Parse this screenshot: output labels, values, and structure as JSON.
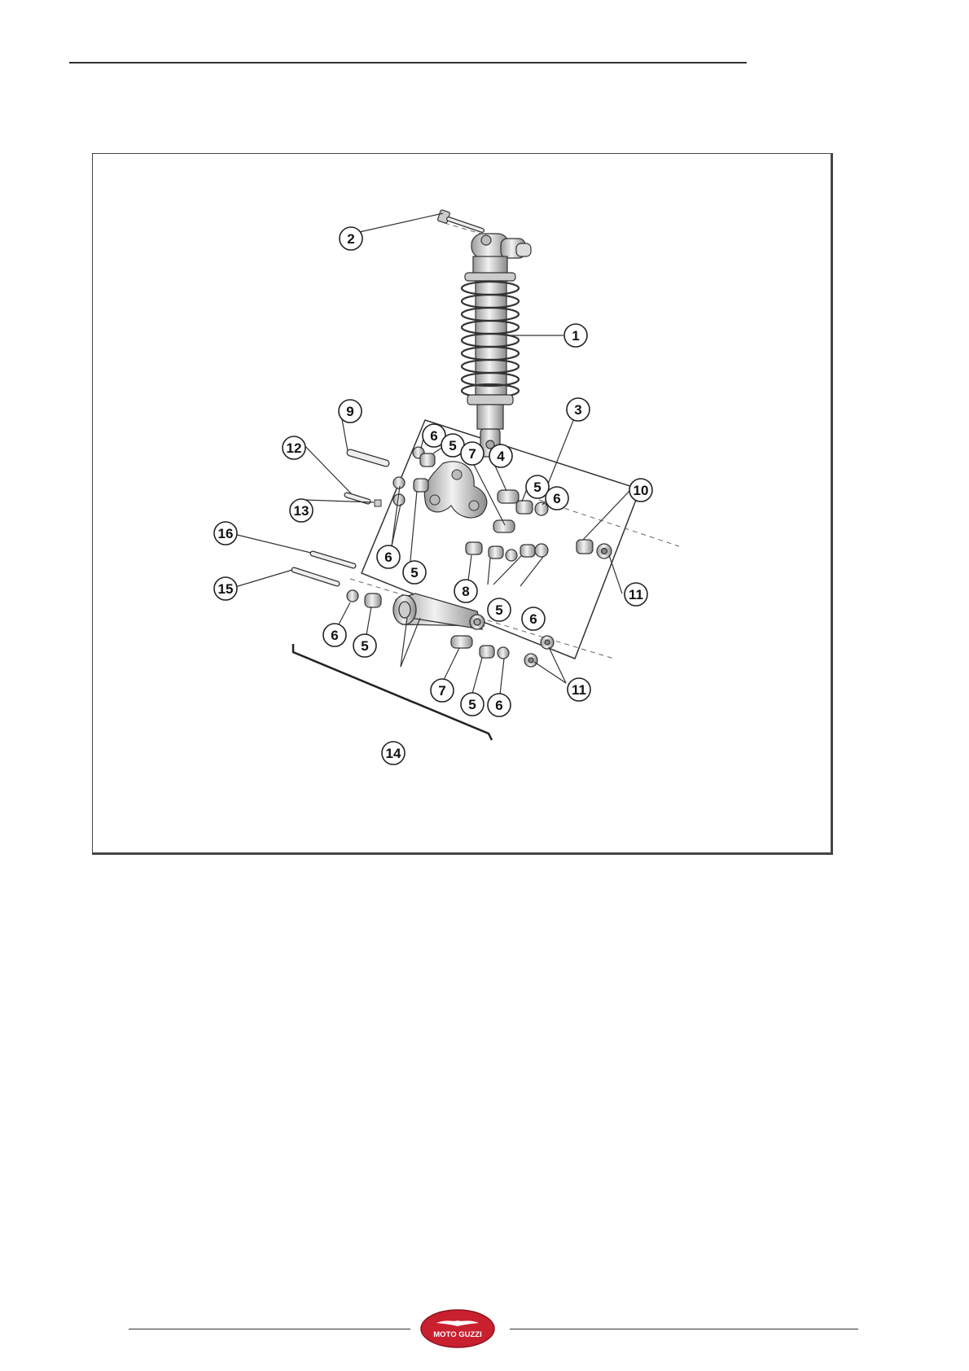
{
  "figure": {
    "callouts": [
      "1",
      "2",
      "3",
      "4",
      "5",
      "6",
      "7",
      "8",
      "9",
      "10",
      "11",
      "12",
      "13",
      "14",
      "15",
      "16"
    ],
    "leader_labels": [
      "2",
      "1",
      "9",
      "3",
      "6",
      "5",
      "7",
      "4",
      "5",
      "6",
      "10",
      "12",
      "13",
      "6",
      "6",
      "5",
      "16",
      "8",
      "5",
      "6",
      "11",
      "15",
      "6",
      "5",
      "7",
      "5",
      "6",
      "11",
      "14"
    ]
  },
  "brand": {
    "logo_text": "MOTO GUZZI",
    "logo_color": "#c8202f"
  }
}
